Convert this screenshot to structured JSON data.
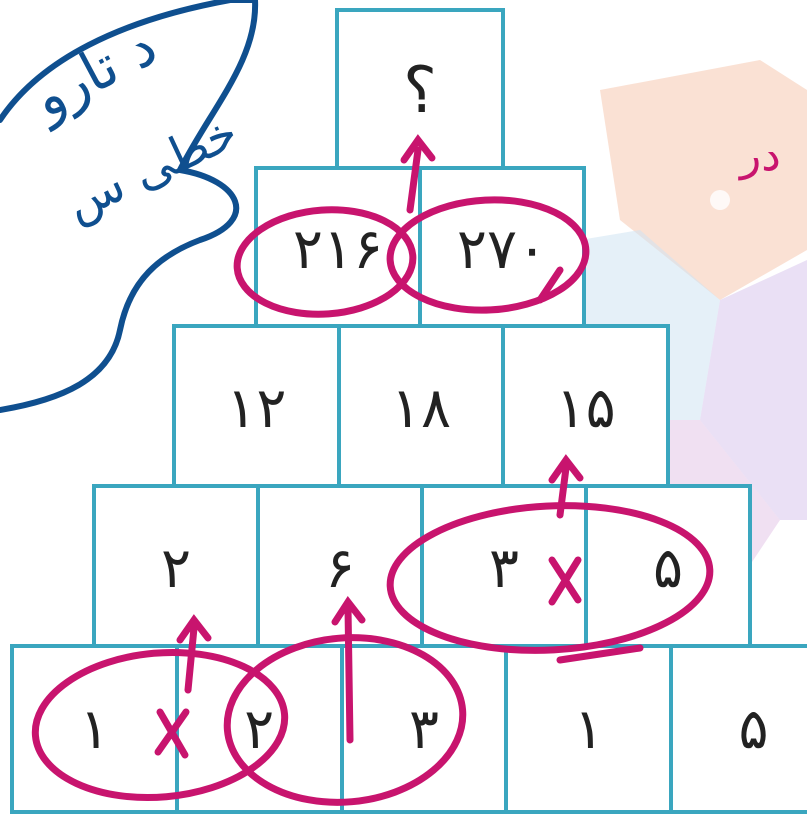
{
  "pyramid": {
    "rows": [
      [
        "؟"
      ],
      [
        "۲۱۶",
        "۲۷۰"
      ],
      [
        "۱۲",
        "۱۸",
        "۱۵"
      ],
      [
        "۲",
        "۶",
        "۳",
        "۵"
      ],
      [
        "۱",
        "۲",
        "۳",
        "۱",
        "۵"
      ]
    ]
  },
  "annotations": {
    "multiply_sign": "x",
    "bubble_text_line1": "د تارو",
    "bubble_text_line2": "خطی س",
    "side_fragment": "در"
  },
  "colors": {
    "grid": "#3aa6bf",
    "ink_magenta": "#c8146e",
    "ink_blue": "#0f4f8f"
  }
}
